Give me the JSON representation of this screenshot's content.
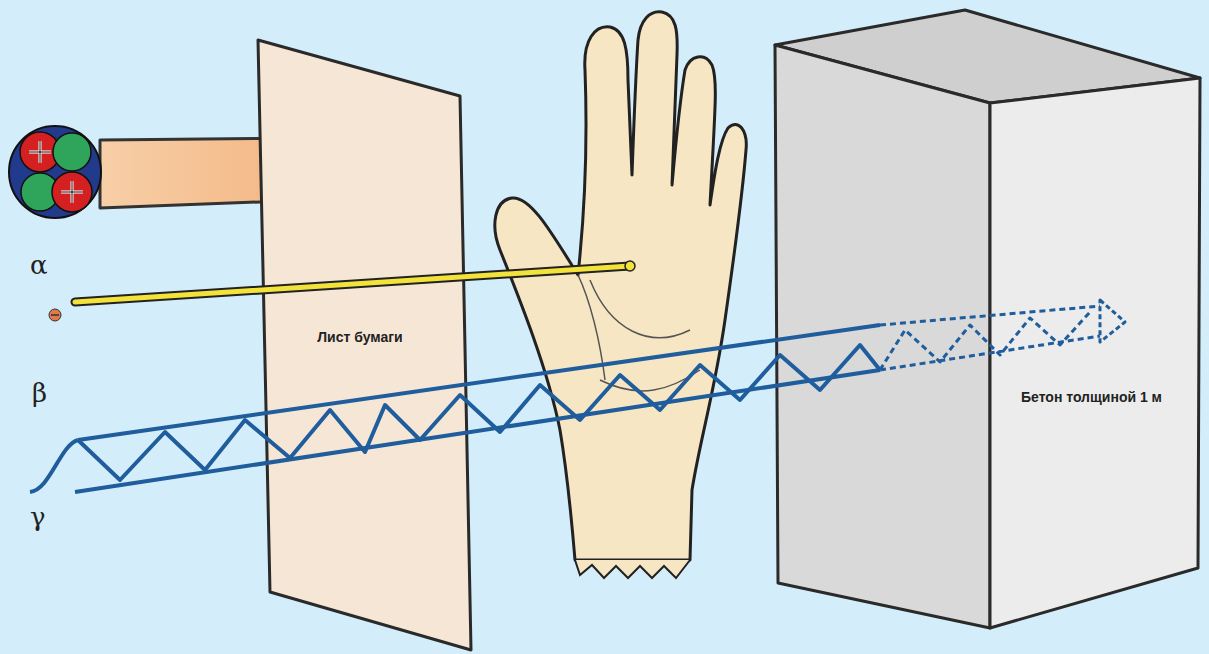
{
  "diagram": {
    "nodes": [
      {
        "text": [
          "Лист бумаги"
        ]
      },
      {
        "text": [
          "Бетон толщиной 1 м"
        ]
      }
    ],
    "edges": [],
    "labels": [
      "α",
      "β",
      "γ"
    ]
  }
}
